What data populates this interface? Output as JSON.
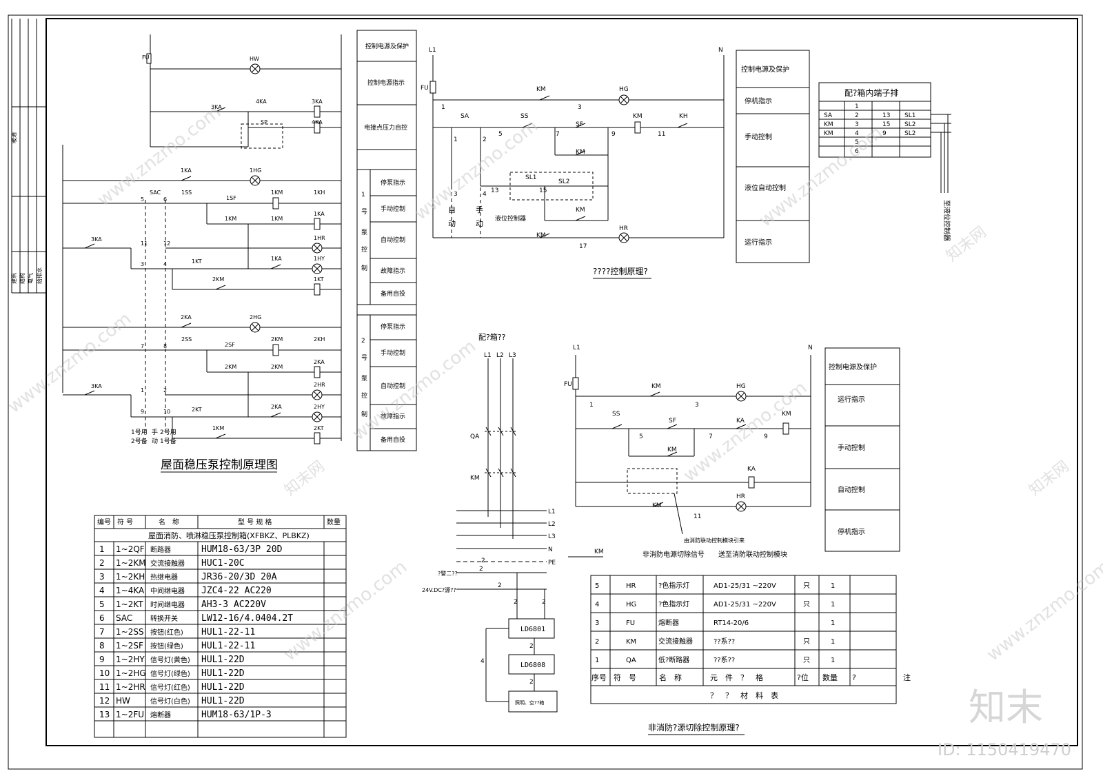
{
  "side_block": {
    "cells": [
      "暖通",
      "建筑",
      "结构",
      "电气",
      "给排水"
    ]
  },
  "roof": {
    "title": "屋面稳压泵控制原理图",
    "labels": {
      "fu": "FU",
      "hw": "HW",
      "ka3": "3KA",
      "ka4": "4KA",
      "ka3c": "3KA",
      "sp": "SP",
      "ka4c": "4KA",
      "ka1": "1KA",
      "hg1": "1HG",
      "sac": "SAC",
      "ss1": "1SS",
      "sf1": "1SF",
      "km1": "1KM",
      "kh1": "1KH",
      "km1b": "1KM",
      "km1c": "1KM",
      "ka1c": "1KA",
      "hr1": "1HR",
      "ka3b": "3KA",
      "kt1": "1KT",
      "ka1d": "1KA",
      "hy1": "1HY",
      "km2": "2KM",
      "kt1c": "1KT",
      "ka2": "2KA",
      "hg2": "2HG",
      "ss2": "2SS",
      "sf2": "2SF",
      "km2b": "2KM",
      "kh2": "2KH",
      "km2c": "2KM",
      "km2d": "2KM",
      "ka2c": "2KA",
      "hr2": "2HR",
      "ka3d": "3KA",
      "kt2": "2KT",
      "ka2d": "2KA",
      "hy2": "2HY",
      "km1d": "1KM",
      "kt2c": "2KT"
    },
    "nums": [
      "5",
      "6",
      "11",
      "12",
      "3",
      "4",
      "7",
      "8",
      "1",
      "2",
      "9",
      "10"
    ],
    "bottom": [
      "1号用",
      "2号备",
      "手",
      "动",
      "2号用",
      "1号备"
    ],
    "legend": [
      {
        "text": "控制电源及保护"
      },
      {
        "text": "控制电源指示"
      },
      {
        "text": "电接点压力自控"
      },
      {
        "text": "停泵指示"
      },
      {
        "text": "手动控制"
      },
      {
        "text": "自动控制"
      },
      {
        "text": "故障指示"
      },
      {
        "text": "备用自投"
      },
      {
        "text": "停泵指示"
      },
      {
        "text": "手动控制"
      },
      {
        "text": "自动控制"
      },
      {
        "text": "故障指示"
      },
      {
        "text": "备用自投"
      }
    ],
    "pump1": [
      "1",
      "号",
      "泵",
      "控",
      "制"
    ],
    "pump2": [
      "2",
      "号",
      "泵",
      "控",
      "制"
    ]
  },
  "parts_table": {
    "headers": [
      "编号",
      "符 号",
      "名　称",
      "型 号 规 格",
      "数量"
    ],
    "caption": "屋面消防、喷淋稳压泵控制箱(XFBKZ、PLBKZ)",
    "rows": [
      [
        "1",
        "1~2QF",
        "断路器",
        "HUM18-63/3P 20D"
      ],
      [
        "2",
        "1~2KM",
        "交流接触器",
        "HUC1-20C"
      ],
      [
        "3",
        "1~2KH",
        "热继电器",
        "JR36-20/3D 20A"
      ],
      [
        "4",
        "1~4KA",
        "中间继电器",
        "JZC4-22 AC220"
      ],
      [
        "5",
        "1~2KT",
        "时间继电器",
        "AH3-3 AC220V"
      ],
      [
        "6",
        "SAC",
        "转换开关",
        "LW12-16/4.0404.2T"
      ],
      [
        "7",
        "1~2SS",
        "按钮(红色)",
        "HUL1-22-11"
      ],
      [
        "8",
        "1~2SF",
        "按钮(绿色)",
        "HUL1-22-11"
      ],
      [
        "9",
        "1~2HY",
        "信号灯(黄色)",
        "HUL1-22D"
      ],
      [
        "10",
        "1~2HG",
        "信号灯(绿色)",
        "HUL1-22D"
      ],
      [
        "11",
        "1~2HR",
        "信号灯(红色)",
        "HUL1-22D"
      ],
      [
        "12",
        "HW",
        "信号灯(白色)",
        "HUL1-22D"
      ],
      [
        "13",
        "1~2FU",
        "熔断器",
        "HUM18-63/1P-3"
      ]
    ]
  },
  "pump_ctrl": {
    "title": "????控制原理?",
    "labels": {
      "l1": "L1",
      "n": "N",
      "fu": "FU",
      "km": "KM",
      "hg": "HG",
      "sa": "SA",
      "ss": "SS",
      "sf": "SF",
      "km2": "KM",
      "kh": "KH",
      "km3": "KM",
      "sl1": "SL1",
      "sl2": "SL2",
      "km4": "KM",
      "hr": "HR",
      "km5": "KM",
      "auto1": "自",
      "auto2": "动",
      "man1": "手",
      "man2": "动",
      "lvl": "液位控制器"
    },
    "nums": [
      "1",
      "3",
      "5",
      "7",
      "9",
      "11",
      "1",
      "2",
      "3",
      "4",
      "13",
      "15",
      "17"
    ],
    "legend": [
      {
        "text": "控制电源及保护"
      },
      {
        "text": "停机指示"
      },
      {
        "text": "手动控制"
      },
      {
        "text": "液位自动控制"
      },
      {
        "text": "运行指示"
      }
    ],
    "terminal": {
      "title": "配?箱内端子排",
      "rows": [
        [
          "",
          "1",
          "",
          ""
        ],
        [
          "SA",
          "2",
          "13",
          "SL1"
        ],
        [
          "KM",
          "3",
          "15",
          "SL2"
        ],
        [
          "KM",
          "4",
          "9",
          "SL2"
        ],
        [
          "",
          "5",
          "",
          ""
        ],
        [
          "",
          "6",
          "",
          ""
        ]
      ],
      "note": "至液位控制器"
    }
  },
  "power_box": {
    "title": "配?箱??",
    "phases": [
      "L1",
      "L2",
      "L3"
    ],
    "qa": "QA",
    "km": "KM",
    "bus": [
      "L1",
      "L2",
      "L3",
      "N",
      "PE"
    ],
    "sig1": "?警二??",
    "sig2": "24V.DC?源??",
    "nums": [
      "2",
      "2",
      "2",
      "2",
      "2",
      "2",
      "4",
      "2"
    ],
    "dev1": "LD6801",
    "dev2": "LD6808",
    "dev3": "照明、空??箱",
    "kmref": "KM",
    "note1": "非消防电源切除信号",
    "note2": "送至消防联动控制模块"
  },
  "nonfire": {
    "title": "非消防?源切除控制原理?",
    "labels": {
      "l1": "L1",
      "n": "N",
      "fu": "FU",
      "km": "KM",
      "hg": "HG",
      "ss": "SS",
      "sf": "SF",
      "ka": "KA",
      "km2": "KM",
      "km3": "KM",
      "ka2": "KA",
      "km4": "KM",
      "hr": "HR",
      "link": "由消防联动控制模块引来"
    },
    "nums": [
      "1",
      "3",
      "5",
      "7",
      "9",
      "11"
    ],
    "legend": [
      {
        "text": "控制电源及保护"
      },
      {
        "text": "运行指示"
      },
      {
        "text": "手动控制"
      },
      {
        "text": "自动控制"
      },
      {
        "text": "停机指示"
      }
    ]
  },
  "material_table": {
    "rows": [
      [
        "5",
        "HR",
        "?色指示灯",
        "AD1-25/31 ~220V",
        "只",
        "1",
        ""
      ],
      [
        "4",
        "HG",
        "?色指示灯",
        "AD1-25/31 ~220V",
        "只",
        "1",
        ""
      ],
      [
        "3",
        "FU",
        "熔断器",
        "RT14-20/6",
        "",
        "1",
        ""
      ],
      [
        "2",
        "KM",
        "交流接触器",
        "??系??",
        "只",
        "1",
        ""
      ],
      [
        "1",
        "QA",
        "低?断路器",
        "??系??",
        "只",
        "1",
        ""
      ]
    ],
    "headers": [
      "序号",
      "符　号",
      "名　称",
      "元　件　？　格",
      "?位",
      "数量",
      "?",
      "注"
    ],
    "footer": "？　？　材　料　表"
  },
  "watermarks": {
    "site": "www.znzmo.com",
    "brand": "知末网",
    "logo": "知末",
    "id": "ID: 1150419470"
  }
}
